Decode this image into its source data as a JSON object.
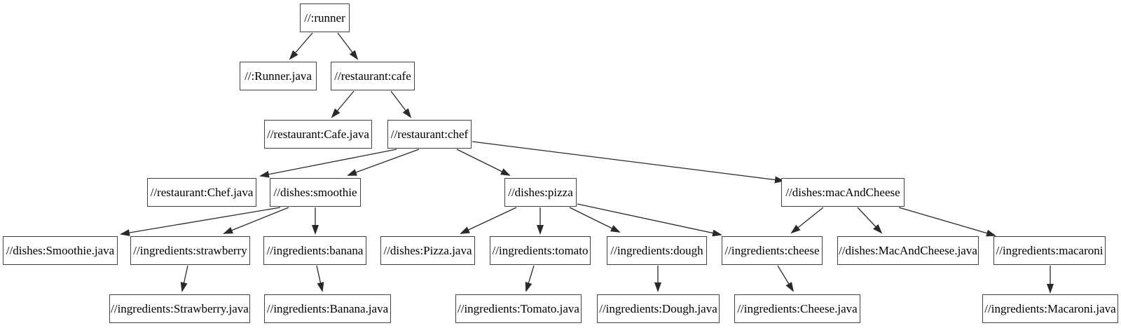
{
  "diagram": {
    "background": "#ffffff",
    "node_fill": "#ffffff",
    "node_border_color": "#424242",
    "edge_color": "#2a2a2a",
    "text_color": "#000000",
    "nodes": [
      {
        "id": "runner",
        "label": "//:runner"
      },
      {
        "id": "runner_java",
        "label": "//:Runner.java"
      },
      {
        "id": "cafe",
        "label": "//restaurant:cafe"
      },
      {
        "id": "cafe_java",
        "label": "//restaurant:Cafe.java"
      },
      {
        "id": "chef",
        "label": "//restaurant:chef"
      },
      {
        "id": "chef_java",
        "label": "//restaurant:Chef.java"
      },
      {
        "id": "smoothie",
        "label": "//dishes:smoothie"
      },
      {
        "id": "pizza",
        "label": "//dishes:pizza"
      },
      {
        "id": "macandcheese",
        "label": "//dishes:macAndCheese"
      },
      {
        "id": "smoothie_java",
        "label": "//dishes:Smoothie.java"
      },
      {
        "id": "strawberry",
        "label": "//ingredients:strawberry"
      },
      {
        "id": "banana",
        "label": "//ingredients:banana"
      },
      {
        "id": "pizza_java",
        "label": "//dishes:Pizza.java"
      },
      {
        "id": "tomato",
        "label": "//ingredients:tomato"
      },
      {
        "id": "dough",
        "label": "//ingredients:dough"
      },
      {
        "id": "cheese",
        "label": "//ingredients:cheese"
      },
      {
        "id": "macandcheese_java",
        "label": "//dishes:MacAndCheese.java"
      },
      {
        "id": "macaroni",
        "label": "//ingredients:macaroni"
      },
      {
        "id": "strawberry_java",
        "label": "//ingredients:Strawberry.java"
      },
      {
        "id": "banana_java",
        "label": "//ingredients:Banana.java"
      },
      {
        "id": "tomato_java",
        "label": "//ingredients:Tomato.java"
      },
      {
        "id": "dough_java",
        "label": "//ingredients:Dough.java"
      },
      {
        "id": "cheese_java",
        "label": "//ingredients:Cheese.java"
      },
      {
        "id": "macaroni_java",
        "label": "//ingredients:Macaroni.java"
      }
    ],
    "edges": [
      {
        "from": "//:runner",
        "to": "//:Runner.java"
      },
      {
        "from": "//:runner",
        "to": "//restaurant:cafe"
      },
      {
        "from": "//restaurant:cafe",
        "to": "//restaurant:Cafe.java"
      },
      {
        "from": "//restaurant:cafe",
        "to": "//restaurant:chef"
      },
      {
        "from": "//restaurant:chef",
        "to": "//restaurant:Chef.java"
      },
      {
        "from": "//restaurant:chef",
        "to": "//dishes:smoothie"
      },
      {
        "from": "//restaurant:chef",
        "to": "//dishes:pizza"
      },
      {
        "from": "//restaurant:chef",
        "to": "//dishes:macAndCheese"
      },
      {
        "from": "//dishes:smoothie",
        "to": "//dishes:Smoothie.java"
      },
      {
        "from": "//dishes:smoothie",
        "to": "//ingredients:strawberry"
      },
      {
        "from": "//dishes:smoothie",
        "to": "//ingredients:banana"
      },
      {
        "from": "//ingredients:strawberry",
        "to": "//ingredients:Strawberry.java"
      },
      {
        "from": "//ingredients:banana",
        "to": "//ingredients:Banana.java"
      },
      {
        "from": "//dishes:pizza",
        "to": "//dishes:Pizza.java"
      },
      {
        "from": "//dishes:pizza",
        "to": "//ingredients:tomato"
      },
      {
        "from": "//dishes:pizza",
        "to": "//ingredients:dough"
      },
      {
        "from": "//dishes:pizza",
        "to": "//ingredients:cheese"
      },
      {
        "from": "//dishes:macAndCheese",
        "to": "//ingredients:cheese"
      },
      {
        "from": "//dishes:macAndCheese",
        "to": "//dishes:MacAndCheese.java"
      },
      {
        "from": "//dishes:macAndCheese",
        "to": "//ingredients:macaroni"
      },
      {
        "from": "//ingredients:tomato",
        "to": "//ingredients:Tomato.java"
      },
      {
        "from": "//ingredients:dough",
        "to": "//ingredients:Dough.java"
      },
      {
        "from": "//ingredients:cheese",
        "to": "//ingredients:Cheese.java"
      },
      {
        "from": "//ingredients:macaroni",
        "to": "//ingredients:Macaroni.java"
      }
    ]
  }
}
